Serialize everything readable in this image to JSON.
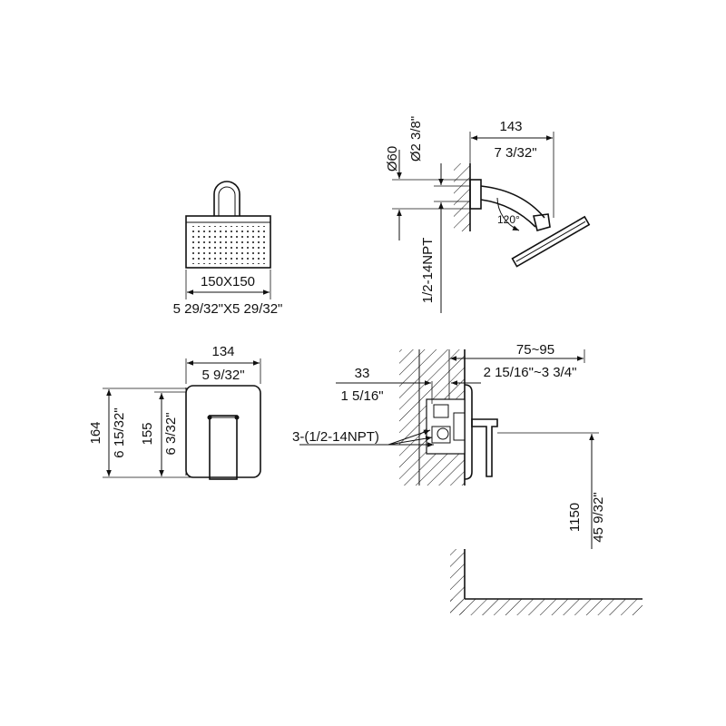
{
  "shower_head_front": {
    "size_mm": "150X150",
    "size_in": "5 29/32\"X5 29/32\""
  },
  "shower_arm_side": {
    "dia_mm": "Ø60",
    "dia_in": "Ø2 3/8\"",
    "length_mm": "143",
    "length_in": "7 3/32\"",
    "angle": "120°",
    "thread": "1/2-14NPT"
  },
  "trim_plate_front": {
    "width_mm": "134",
    "width_in": "5 9/32\"",
    "height_outer_mm": "164",
    "height_outer_in": "6 15/32\"",
    "height_inner_mm": "155",
    "height_inner_in": "6 3/32\""
  },
  "valve_side": {
    "depth_range_mm": "75~95",
    "depth_range_in": "2 15/16\"~3 3/4\"",
    "offset_mm": "33",
    "offset_in": "1 5/16\"",
    "ports": "3-(1/2-14NPT)",
    "height_mm": "1150",
    "height_in": "45 9/32\""
  }
}
